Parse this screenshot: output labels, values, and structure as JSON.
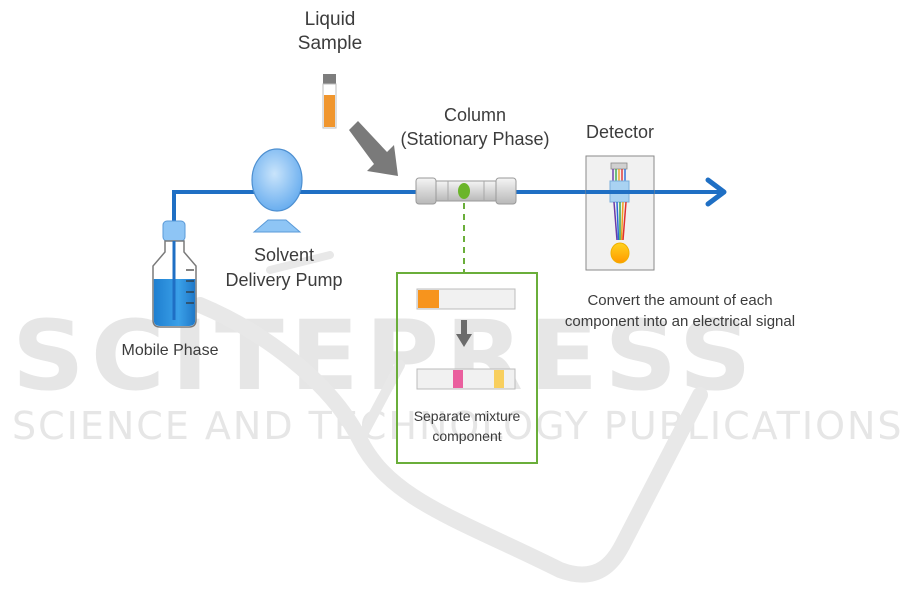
{
  "watermark": {
    "brand": "SCITEPRESS",
    "tagline": "SCIENCE AND TECHNOLOGY PUBLICATIONS"
  },
  "diagram": {
    "liquid_sample": {
      "line1": "Liquid",
      "line2": "Sample"
    },
    "column": {
      "line1": "Column",
      "line2": "(Stationary Phase)"
    },
    "detector": {
      "title": "Detector",
      "desc_line1": "Convert the amount of each",
      "desc_line2": "component into an electrical  signal"
    },
    "pump": {
      "line1": "Solvent",
      "line2": "Delivery Pump"
    },
    "mobile_phase": {
      "label": "Mobile Phase"
    },
    "separation": {
      "line1": "Separate mixture",
      "line2": "component"
    }
  },
  "colors": {
    "flow_line": "#1f6fc4",
    "pump": "#8ec5f5",
    "bottle_liquid": "#2a8bd8",
    "sample": "#f0962e",
    "column_band": "#6bb52a",
    "inset_border": "#6aae3a",
    "band_pink": "#ea5f9e",
    "band_yellow": "#f8cf5e",
    "band_orange": "#f7941d",
    "arrow_gray": "#777777",
    "text": "#3c3c3c",
    "watermark": "#e6e6e6"
  }
}
